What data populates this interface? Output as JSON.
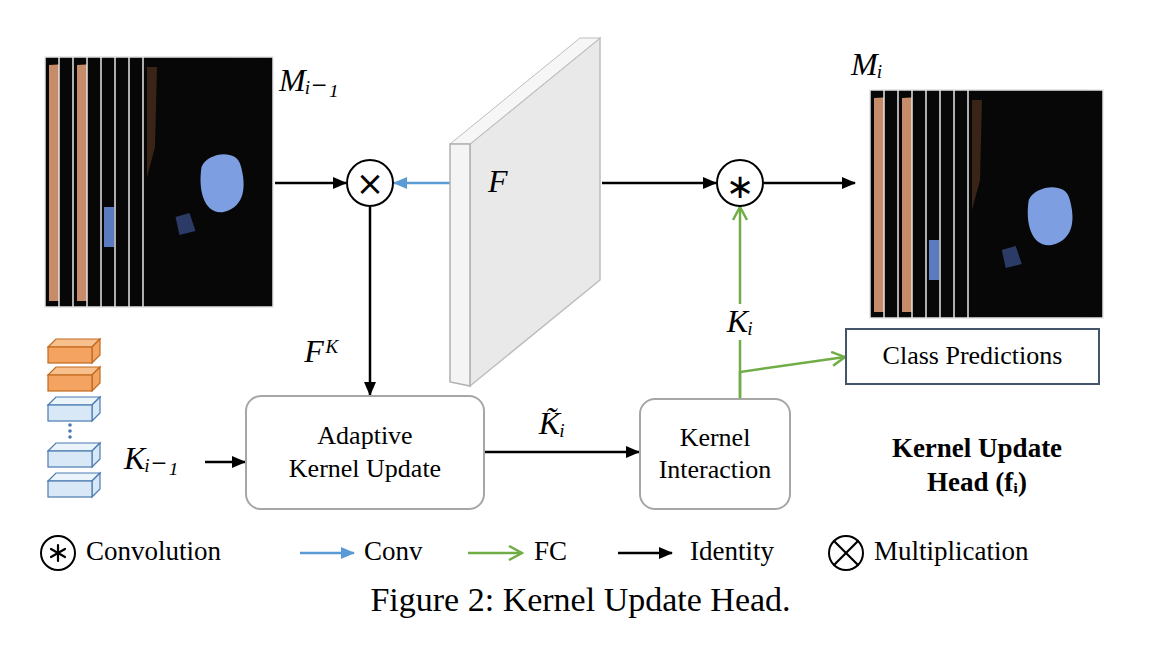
{
  "diagram": {
    "caption": "Figure 2: Kernel Update Head.",
    "nodes": [
      {
        "text": [
          "Mᵢ₋₁"
        ]
      },
      {
        "text": [
          "×"
        ]
      },
      {
        "text": [
          "F"
        ]
      },
      {
        "text": [
          "∗"
        ]
      },
      {
        "text": [
          "Mᵢ"
        ]
      },
      {
        "text": [
          "Kᵢ₋₁"
        ]
      },
      {
        "text": [
          "Adaptive Kernel Update"
        ]
      },
      {
        "text": [
          "Kernel Interaction"
        ]
      },
      {
        "text": [
          "Class Predictions"
        ]
      }
    ],
    "edges": [
      {
        "from": 0,
        "to": 1,
        "arrow": "to"
      },
      {
        "from": 2,
        "to": 1,
        "arrow": "to"
      },
      {
        "from": 2,
        "to": 3,
        "arrow": "to"
      },
      {
        "from": 3,
        "to": 4,
        "arrow": "to"
      },
      {
        "from": 1,
        "to": 6,
        "arrow": "to",
        "label": "Fᴷ"
      },
      {
        "from": 5,
        "to": 6,
        "arrow": "to"
      },
      {
        "from": 6,
        "to": 7,
        "arrow": "to",
        "label": "K̃ᵢ"
      },
      {
        "from": 7,
        "to": 3,
        "arrow": "to",
        "label": "Kᵢ"
      },
      {
        "from": 7,
        "to": 8,
        "arrow": "to"
      }
    ],
    "labels": [
      "Kernel Update Head (fᵢ)"
    ],
    "legend": [
      {
        "text": "Convolution"
      },
      {
        "text": "Conv"
      },
      {
        "text": "FC"
      },
      {
        "text": "Identity"
      },
      {
        "text": "Multiplication"
      }
    ]
  }
}
